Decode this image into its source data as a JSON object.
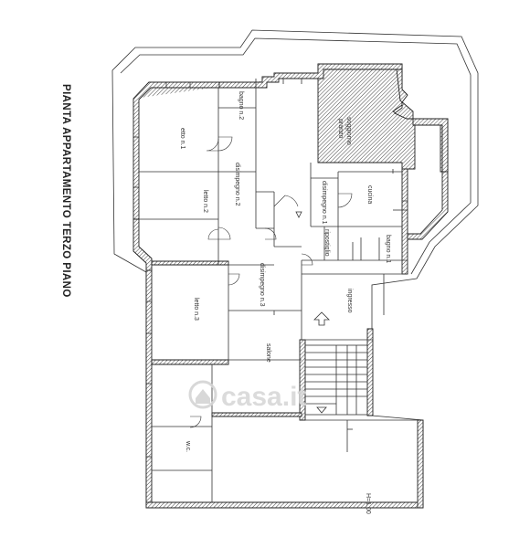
{
  "title": "PIANTA APPARTAMENTO TERZO PIANO",
  "watermark": "casa.it",
  "rooms": [
    {
      "id": "letto1",
      "label": "etto n.1"
    },
    {
      "id": "bagno2",
      "label": "bagno n.2"
    },
    {
      "id": "soggiorno",
      "label": "soggiorno"
    },
    {
      "id": "pranzo",
      "label": "pranzo"
    },
    {
      "id": "letto2",
      "label": "letto n.2"
    },
    {
      "id": "disimpegno2",
      "label": "disimpegno n.2"
    },
    {
      "id": "disimpegno1",
      "label": "disimpegno n.1"
    },
    {
      "id": "cucina",
      "label": "cucina"
    },
    {
      "id": "ripostiglio",
      "label": "ripostiglio"
    },
    {
      "id": "bagno1",
      "label": "bagno n.1"
    },
    {
      "id": "disimpegno3",
      "label": "disimpegno n.3"
    },
    {
      "id": "ingresso",
      "label": "ingresso"
    },
    {
      "id": "letto3",
      "label": "letto n.3"
    },
    {
      "id": "salone",
      "label": "salone"
    },
    {
      "id": "wc",
      "label": "w.c."
    },
    {
      "id": "height",
      "label": "H=1.00"
    }
  ]
}
